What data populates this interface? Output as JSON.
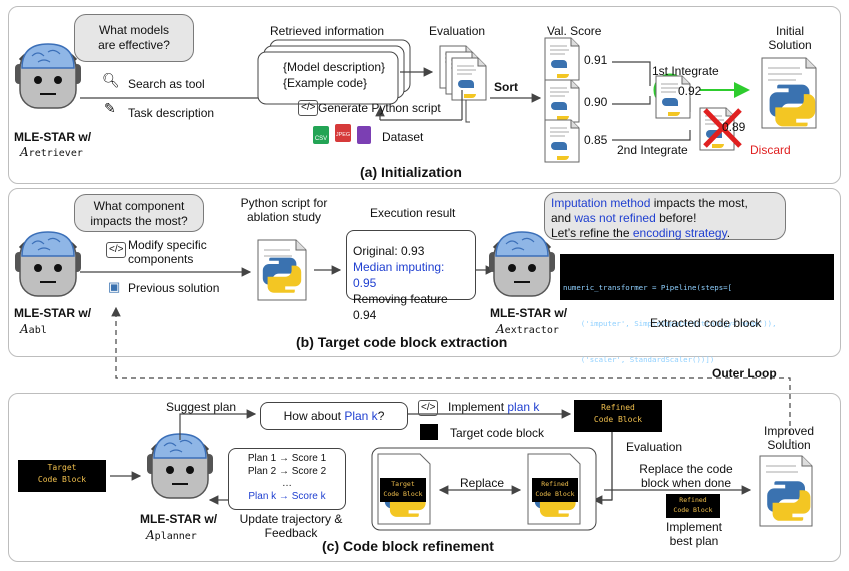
{
  "section_a": {
    "caption": "(a) Initialization",
    "agent_name": "MLE-STAR w/",
    "agent_symbol": "A",
    "agent_sub": "retriever",
    "bubble_line1": "What models",
    "bubble_line2": "are effective?",
    "search_tool": "Search as tool",
    "task_description": "Task description",
    "retrieved_info_label": "Retrieved information",
    "model_description": "{Model description}",
    "example_code": "{Example code}",
    "generate_script": "Generate Python script",
    "dataset": "Dataset",
    "evaluation": "Evaluation",
    "sort": "Sort",
    "val_score": "Val. Score",
    "scores": [
      "0.91",
      "0.90",
      "0.85"
    ],
    "first_integrate": "1st Integrate",
    "second_integrate": "2nd Integrate",
    "score_integrated": "0.92",
    "score_discarded": "0.89",
    "discard": "Discard",
    "initial_solution_line1": "Initial",
    "initial_solution_line2": "Solution",
    "file_badges": [
      "CSV",
      "JPEG",
      ""
    ]
  },
  "section_b": {
    "caption": "(b) Target code block extraction",
    "agent_name": "MLE-STAR w/",
    "agent_symbol": "A",
    "agent_sub": "abl",
    "bubble_line1": "What component",
    "bubble_line2": "impacts the most?",
    "modify_line1": "Modify specific",
    "modify_line2": "components",
    "previous_solution": "Previous solution",
    "python_script_line1": "Python script for",
    "python_script_line2": "ablation study",
    "execution_result": "Execution result",
    "result_original": "Original: 0.93",
    "result_median": "Median imputing: 0.95",
    "result_removing": "Removing feature 0.94",
    "extractor_name": "MLE-STAR w/",
    "extractor_sub": "extractor",
    "extractor_bubble_p1": "Imputation method",
    "extractor_bubble_p2": " impacts the most,",
    "extractor_bubble_p3": "and ",
    "extractor_bubble_p4": "was not refined",
    "extractor_bubble_p5": " before!",
    "extractor_bubble_p6": "Let’s refine the ",
    "extractor_bubble_p7": "encoding strategy",
    "extractor_bubble_p8": ".",
    "code_line1": "numeric_transformer = Pipeline(steps=[",
    "code_line2": "    ('imputer', SimpleImputer(strategy='mean')),",
    "code_line3": "    ('scaler', StandardScaler())])",
    "extracted_code_block": "Extracted code block",
    "outer_loop": "Outer Loop"
  },
  "section_c": {
    "caption": "(c) Code block refinement",
    "agent_name": "MLE-STAR w/",
    "agent_symbol": "A",
    "agent_sub": "planner",
    "target_block_line1": "Target",
    "target_block_line2": "Code Block",
    "suggest_plan": "Suggest plan",
    "how_about": "How about ",
    "plan_k": "Plan k",
    "question_mark": "?",
    "implement": "Implement ",
    "implement_plan_k": "plan k",
    "target_code_block_legend": "Target code block",
    "refined_line1": "Refined",
    "refined_line2": "Code Block",
    "evaluation": "Evaluation",
    "plans": [
      "Plan 1 → Score 1",
      "Plan 2 → Score 2",
      "…"
    ],
    "plan_k_score": "Plan k → Score k",
    "update_line1": "Update trajectory &",
    "update_line2": "Feedback",
    "replace": "Replace",
    "replace_when_done_line1": "Replace the code",
    "replace_when_done_line2": "block when done",
    "implement_best_line1": "Implement",
    "implement_best_line2": "best plan",
    "improved_line1": "Improved",
    "improved_line2": "Solution"
  },
  "colors": {
    "blue_text": "#1f3fd0",
    "discard_red": "#e02020",
    "integrate_green": "#2ecc2e",
    "code_yellow": "#f2c14e",
    "robot_brain": "#8fb6e6",
    "robot_face": "#bfbfbf"
  }
}
